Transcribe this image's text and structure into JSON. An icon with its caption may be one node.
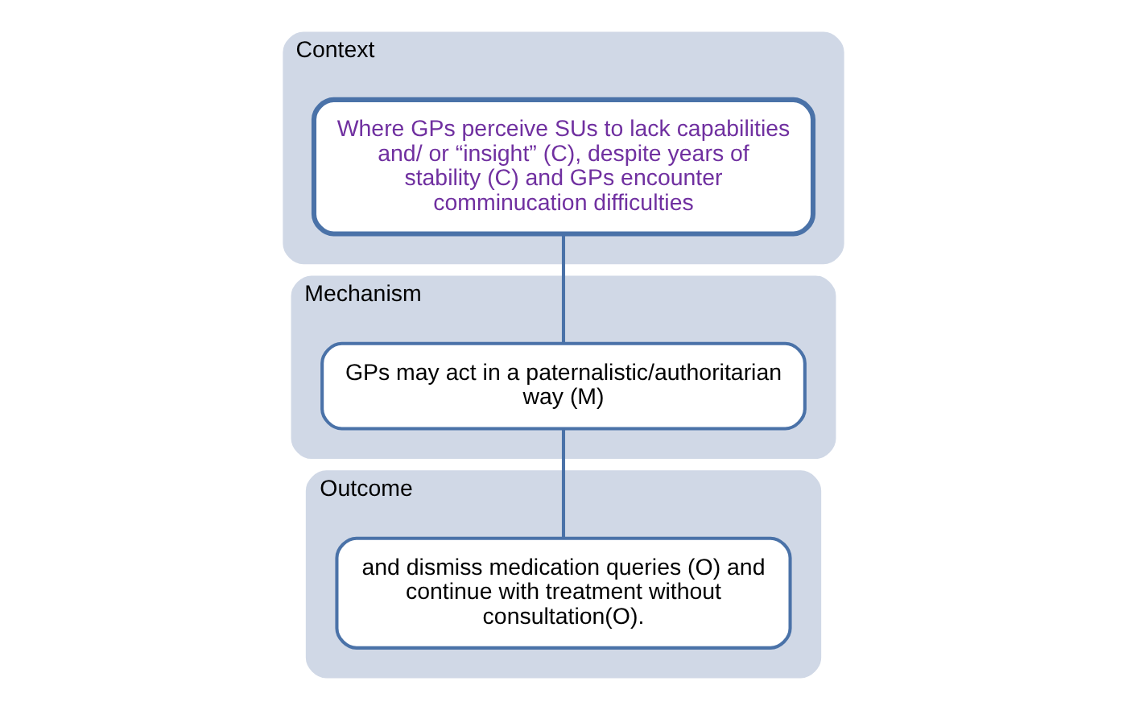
{
  "diagram": {
    "nodes": [
      {
        "text": [
          "Context"
        ]
      },
      {
        "text": [
          "Where GPs perceive SUs to lack capabilities and/ or “insight” (C), despite years of stability (C) and GPs encounter comminucation difficulties"
        ],
        "in": 0
      },
      {
        "text": [
          "Mechanism"
        ]
      },
      {
        "text": [
          "GPs may act in a paternalistic/authoritarian way (M)"
        ],
        "in": 2
      },
      {
        "text": [
          "Outcome"
        ]
      },
      {
        "text": [
          "and dismiss medication queries (O) and continue with treatment without consultation(O)."
        ],
        "in": 4
      }
    ],
    "edges": [
      {
        "from": 1,
        "to": 3,
        "arrow": "none"
      },
      {
        "from": 3,
        "to": 5,
        "arrow": "none"
      }
    ]
  }
}
